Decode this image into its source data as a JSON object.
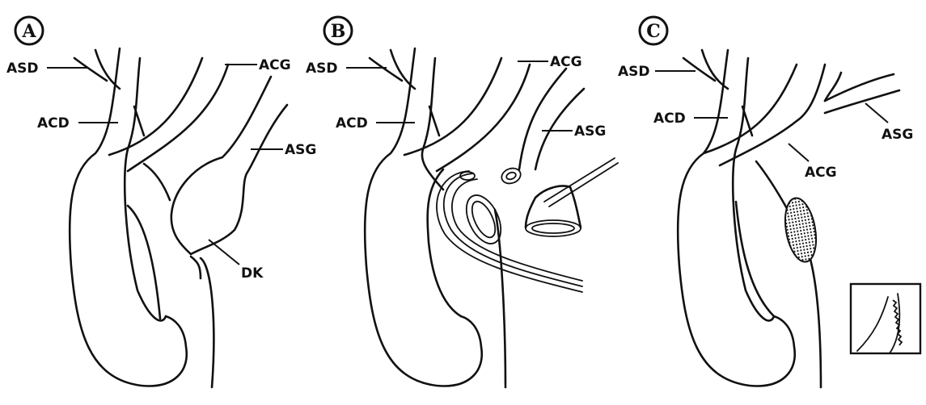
{
  "panels": [
    {
      "letter": "A",
      "labels": {
        "asd": "ASD",
        "acd": "ACD",
        "acg": "ACG",
        "asg": "ASG",
        "dk": "DK"
      }
    },
    {
      "letter": "B",
      "labels": {
        "asd": "ASD",
        "acd": "ACD",
        "acg": "ACG",
        "asg": "ASG"
      }
    },
    {
      "letter": "C",
      "labels": {
        "asd": "ASD",
        "acd": "ACD",
        "acg": "ACG",
        "asg": "ASG"
      }
    }
  ],
  "colors": {
    "ink": "#111111",
    "background": "#ffffff"
  }
}
